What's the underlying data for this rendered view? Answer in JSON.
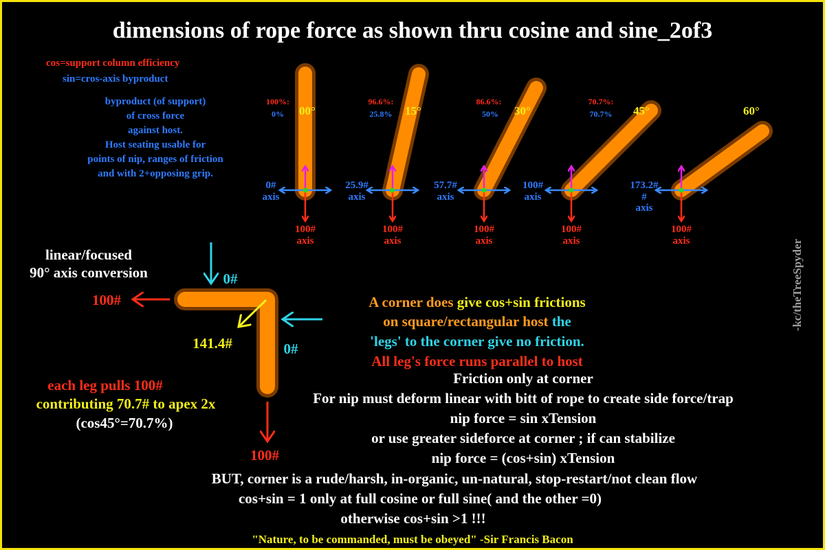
{
  "title": "dimensions of rope force as shown thru cosine and sine_2of3",
  "legend": {
    "cos_line": "cos=support column efficiency",
    "sin_line": "sin=cros-axis byproduct"
  },
  "byproduct_note": [
    "byproduct (of support)",
    "of cross force",
    "against host.",
    "Host seating usable for",
    "points of nip, ranges of friction",
    "and with 2+opposing grip."
  ],
  "angles": [
    {
      "angle": "00°",
      "cos_pct": "100%:",
      "sin_pct": "0%",
      "side_force": "0#",
      "side_axis": "axis",
      "down_force": "100#",
      "down_axis": "axis"
    },
    {
      "angle": "15°",
      "cos_pct": "96.6%:",
      "sin_pct": "25.8%",
      "side_force": "25.9#",
      "side_axis": "axis",
      "down_force": "100#",
      "down_axis": "axis"
    },
    {
      "angle": "30°",
      "cos_pct": "86.6%:",
      "sin_pct": "50%",
      "side_force": "57.7#",
      "side_axis": "axis",
      "down_force": "100#",
      "down_axis": "axis"
    },
    {
      "angle": "45°",
      "cos_pct": "70.7%:",
      "sin_pct": "70.7%",
      "side_force": "100#",
      "side_axis": "axis",
      "down_force": "100#",
      "down_axis": "axis"
    },
    {
      "angle": "60°",
      "cos_pct": "",
      "sin_pct": "",
      "side_force": "173.2#",
      "side_axis": "axis",
      "down_force": "100#",
      "down_axis": "axis"
    }
  ],
  "sixty_hash": "#",
  "corner": {
    "heading": [
      "linear/focused",
      "90° axis conversion"
    ],
    "left_force": "100#",
    "top_force": "0#",
    "right_force": "0#",
    "diag_force": "141.4#",
    "bottom_force": "100#"
  },
  "leg_note": {
    "line1": "each leg pulls 100#",
    "line2": "contributing 70.7# to apex 2x",
    "line3": "(cos45°=70.7%)"
  },
  "corner_text": {
    "l1a": "A corner does ",
    "l1b": "give cos+sin frictions",
    "l2a": "on square/rectangular host ",
    "l2b": "the",
    "l3": "'legs' to the corner give no friction.",
    "l4": "All leg's force runs parallel to host"
  },
  "main_text": [
    "Friction only at corner",
    "For nip must deform linear with bitt of rope to create side force/trap",
    "nip force = sin xTension",
    "or use greater sideforce at corner ; if can stabilize",
    "nip force = (cos+sin) xTension",
    "BUT, corner is a rude/harsh, in-organic, un-natural, stop-restart/not clean flow",
    "cos+sin = 1 only at full cosine or full sine( and the other =0)",
    "otherwise cos+sin >1   !!!"
  ],
  "quote": "\"Nature, to be commanded, must be obeyed\" -Sir Francis Bacon",
  "credit": "-kc/theTreeSpyder",
  "colors": {
    "frame": "#f4e20a",
    "rope": "#ff8c00",
    "rope_glow": "#7a3b00",
    "cos": "#ff2d18",
    "sin": "#2f7bff",
    "up_arrow": "#e620e6",
    "side_arrow": "#3a8bff",
    "cyan_arrow": "#2fd3e6",
    "node": "#2bd92b"
  }
}
